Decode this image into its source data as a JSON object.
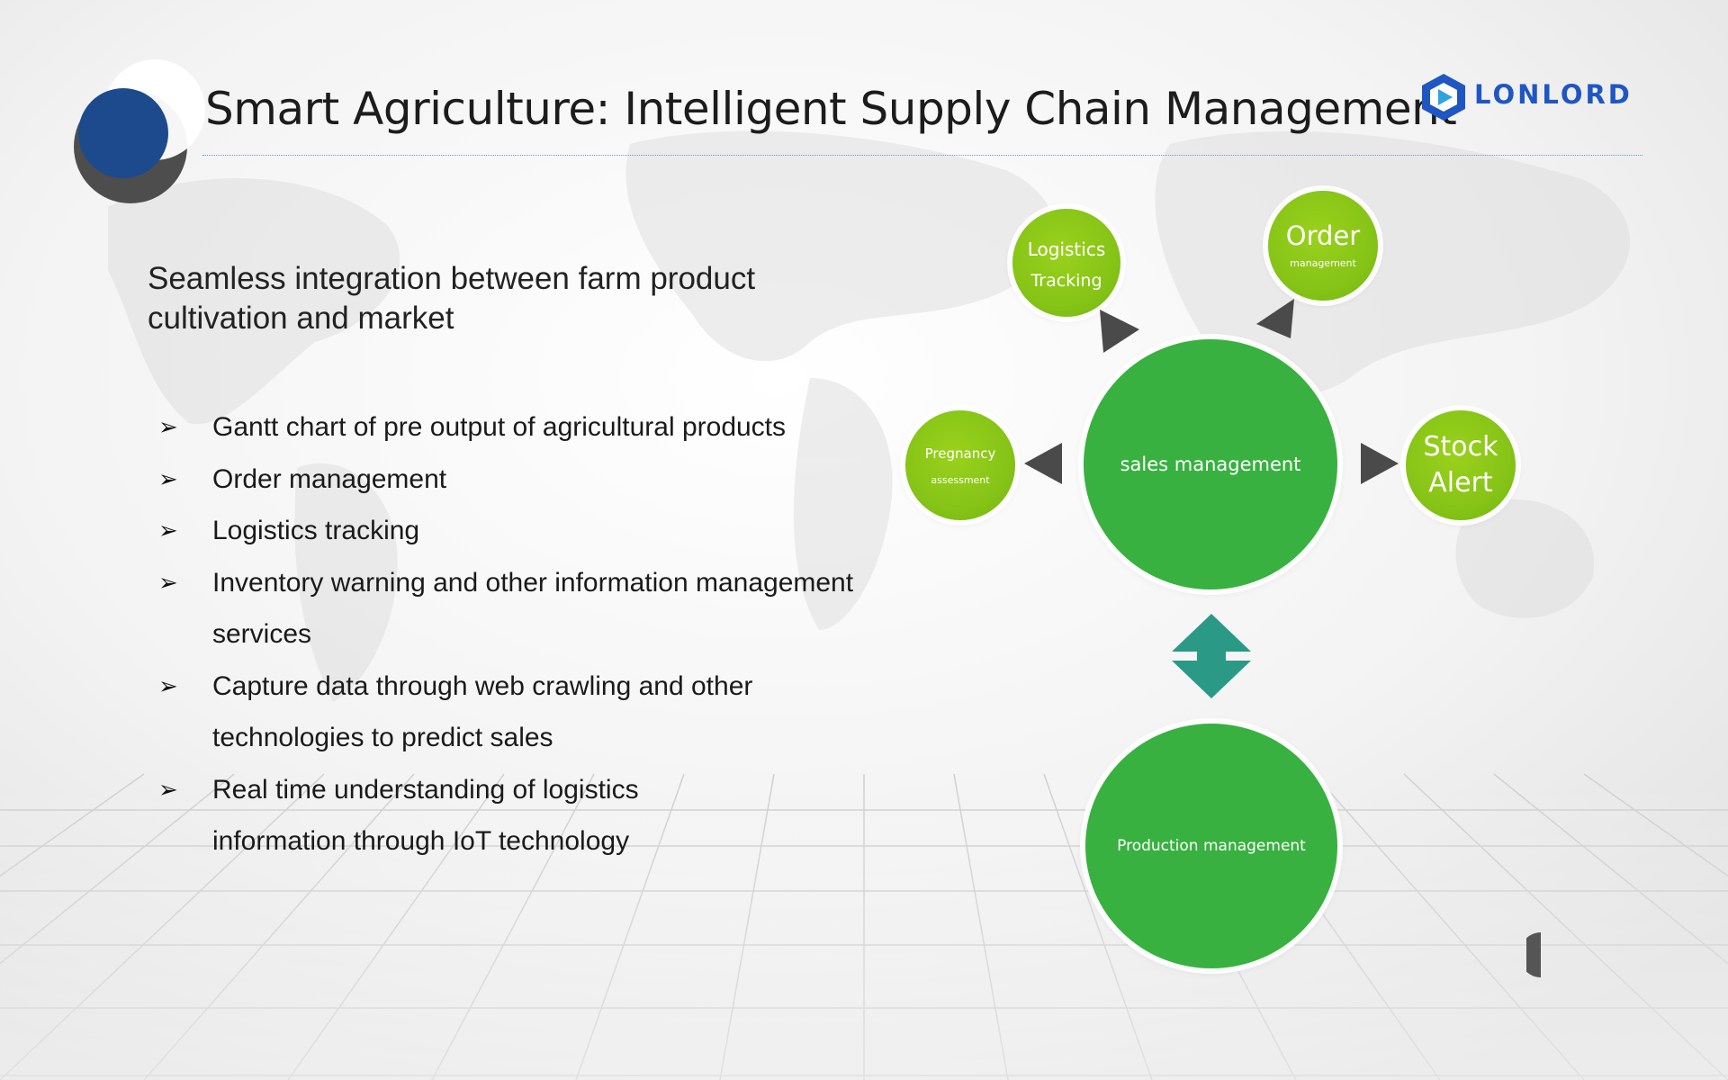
{
  "slide": {
    "title": "Smart Agriculture: Intelligent Supply Chain Management",
    "brand": "LONLORD",
    "subtitle": "Seamless integration between farm product cultivation and market"
  },
  "bullets": [
    "Gantt chart of pre output of agricultural products",
    "Order management",
    "Logistics tracking",
    "Inventory warning and other information management services",
    "Capture data through web crawling and other technologies to predict sales",
    "Real time understanding of logistics information through IoT technology"
  ],
  "diagram": {
    "center": "sales management",
    "bottom": "Production management",
    "satellites": {
      "logistics": {
        "line1": "Logistics",
        "line2": "Tracking"
      },
      "order": {
        "line1": "Order",
        "line2": "management"
      },
      "pregnancy": {
        "line1": "Pregnancy",
        "line2": "assessment"
      },
      "stock": {
        "line1": "Stock",
        "line2": "Alert"
      }
    }
  },
  "colors": {
    "center_green": "#38b140",
    "satellite_green": "#86c417",
    "teal_arrow": "#2a9a86",
    "triangle_gray": "#4a4a4a",
    "brand_blue": "#1f57c2",
    "deco_blue": "#1c4a8c"
  },
  "icons": {
    "bullet": "arrow-bullet-icon",
    "logo": "lonlord-hexagon-icon",
    "swap": "up-down-arrow-icon"
  }
}
